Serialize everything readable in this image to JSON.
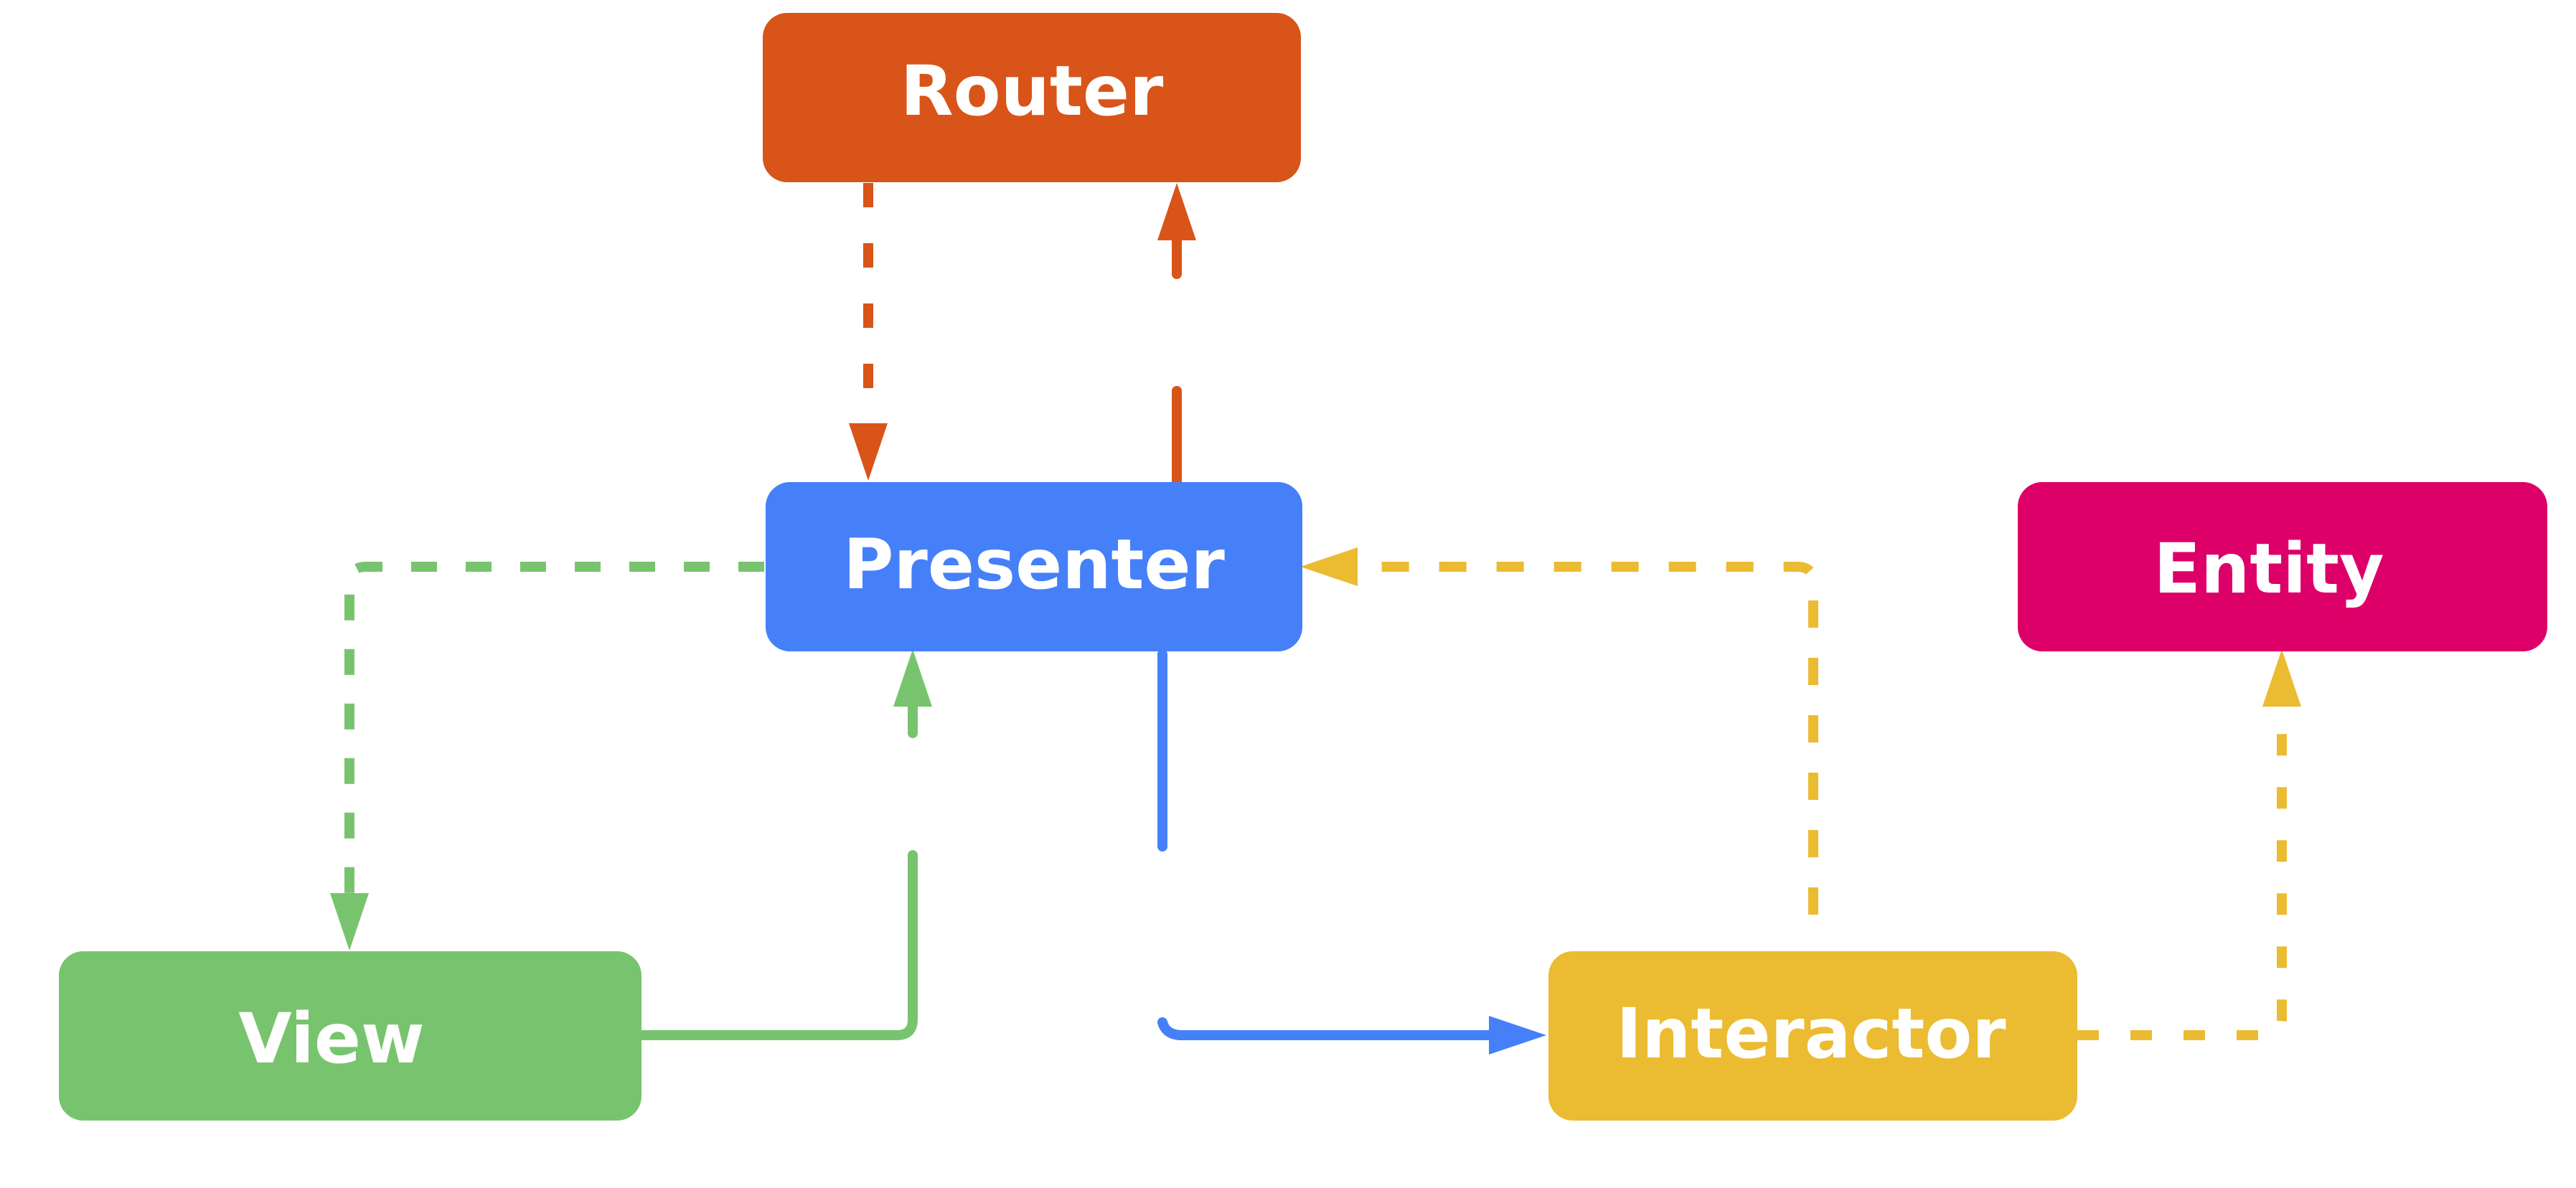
{
  "colors": {
    "router": "#d95419",
    "presenter": "#4680f8",
    "entity": "#dc0068",
    "view": "#78c46e",
    "interactor": "#ebbb31",
    "background": "#ffffff"
  },
  "nodes": {
    "router": {
      "label": "Router",
      "color": "#d95419"
    },
    "presenter": {
      "label": "Presenter",
      "color": "#4680f8"
    },
    "entity": {
      "label": "Entity",
      "color": "#dc0068"
    },
    "view": {
      "label": "View",
      "color": "#78c46e"
    },
    "interactor": {
      "label": "Interactor",
      "color": "#ebbb31"
    }
  },
  "edges": [
    {
      "from": "Router",
      "to": "Presenter",
      "style": "dashed",
      "color": "#d95419"
    },
    {
      "from": "Presenter",
      "to": "Router",
      "style": "solid",
      "color": "#d95419"
    },
    {
      "from": "Presenter",
      "to": "View",
      "style": "dashed",
      "color": "#78c46e"
    },
    {
      "from": "View",
      "to": "Presenter",
      "style": "solid",
      "color": "#78c46e"
    },
    {
      "from": "Presenter",
      "to": "Interactor",
      "style": "solid",
      "color": "#4680f8"
    },
    {
      "from": "Interactor",
      "to": "Presenter",
      "style": "dashed",
      "color": "#ebbb31"
    },
    {
      "from": "Interactor",
      "to": "Entity",
      "style": "dashed",
      "color": "#ebbb31"
    }
  ]
}
